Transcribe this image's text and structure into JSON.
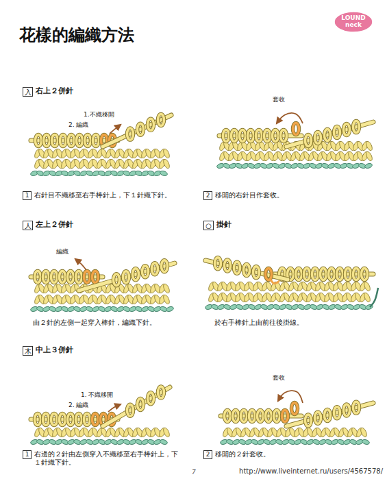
{
  "diagram": {
    "title": "花樣的編織方法",
    "nodes": [
      {
        "text": [
          "LOUND neck"
        ]
      },
      {
        "text": [
          "入"
        ]
      },
      {
        "text": [
          "1"
        ]
      },
      {
        "text": [
          "2"
        ]
      },
      {
        "text": [
          "人"
        ]
      },
      {
        "text": [
          "○"
        ]
      },
      {
        "text": [
          "木"
        ]
      },
      {
        "text": [
          "1"
        ]
      },
      {
        "text": [
          "2"
        ]
      }
    ],
    "labels": [
      "右上２併針",
      "1.不織移開",
      "2. 編織",
      "右針目不織移至右手棒針上，下１針織下針。",
      "套收",
      "移開的右針目作套收。",
      "左上２併針",
      "編織",
      "由２針的左側一起穿入棒針，編織下針。",
      "掛針",
      "於右手棒針上由前往後掛線。",
      "中上３併針",
      "1. 不織移開",
      "2. 編織",
      "右邊的２針由左側穿入不織移至右手棒針上，下１針織下針。",
      "套收",
      "移開的２針套收。",
      "7",
      "http://www.liveinternet.ru/users/4567578/"
    ]
  }
}
